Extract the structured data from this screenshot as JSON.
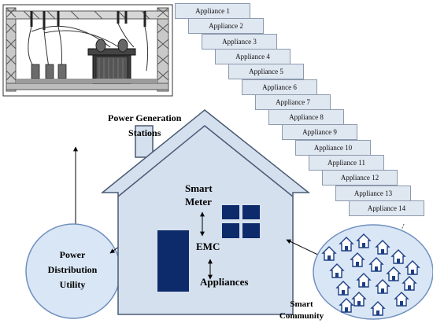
{
  "labels": {
    "power_generation_line1": "Power Generation",
    "power_generation_line2": "Stations",
    "power_distribution_line1": "Power",
    "power_distribution_line2": "Distribution",
    "power_distribution_line3": "Utility",
    "smart_meter_line1": "Smart",
    "smart_meter_line2": "Meter",
    "emc": "EMC",
    "appliances": "Appliances",
    "smart_community_line1": "Smart",
    "smart_community_line2": "Community"
  },
  "appliance_list": [
    "Appliance 1",
    "Appliance 2",
    "Appliance 3",
    "Appliance 4",
    "Appliance 5",
    "Appliance 6",
    "Appliance 7",
    "Appliance 8",
    "Appliance 9",
    "Appliance 10",
    "Appliance 11",
    "Appliance 12",
    "Appliance 13",
    "Appliance 14"
  ],
  "colors": {
    "house_fill": "#d5e0ee",
    "house_stroke": "#4a5a74",
    "navy": "#0d2a6b",
    "circle_fill": "#d9e6f5",
    "circle_stroke": "#6f90bf",
    "appliance_fill": "#dfe7f1"
  }
}
